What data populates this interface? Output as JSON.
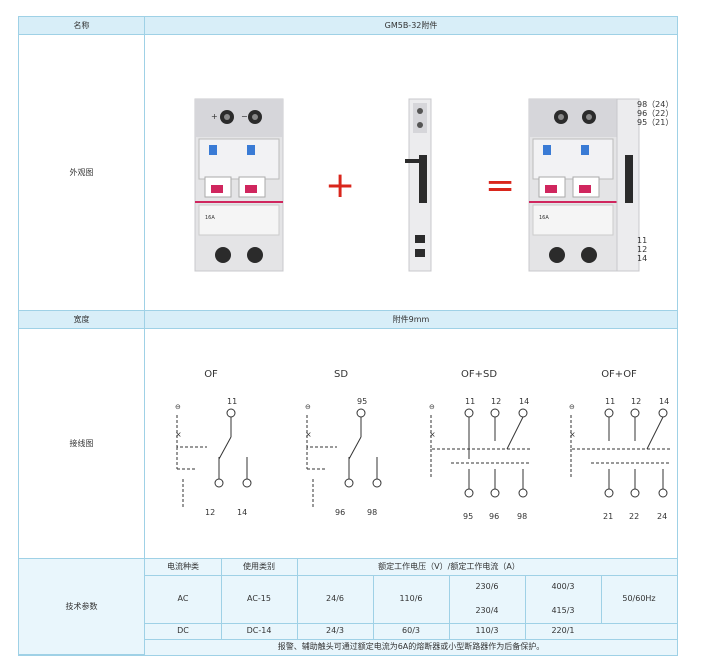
{
  "header": {
    "name_label": "名称",
    "name_value": "GM5B-32附件"
  },
  "appearance": {
    "label": "外观图",
    "plus_symbol": "+",
    "equals_symbol": "=",
    "breaker_rating": "16A",
    "terminals_top": [
      "98（24）",
      "96（22）",
      "95（21）"
    ],
    "terminals_bottom": [
      "11",
      "12",
      "14"
    ]
  },
  "width_row": {
    "label": "宽度",
    "value": "附件9mm"
  },
  "wiring": {
    "label": "接线图",
    "diagrams": [
      {
        "title": "OF",
        "top_terms": [
          "11"
        ],
        "bottom_terms": [
          "12",
          "14"
        ]
      },
      {
        "title": "SD",
        "top_terms": [
          "95"
        ],
        "bottom_terms": [
          "96",
          "98"
        ]
      },
      {
        "title": "OF+SD",
        "top_terms": [
          "11",
          "12",
          "14"
        ],
        "bottom_terms": [
          "95",
          "96",
          "98"
        ]
      },
      {
        "title": "OF+OF",
        "top_terms": [
          "11",
          "12",
          "14"
        ],
        "bottom_terms": [
          "21",
          "22",
          "24"
        ]
      }
    ]
  },
  "specs": {
    "label": "技术参数",
    "col_current_type": "电流种类",
    "col_usage": "使用类别",
    "col_rated": "额定工作电压（V）/额定工作电流（A）",
    "ac": {
      "type": "AC",
      "usage": "AC-15",
      "v1": "24/6",
      "v2": "110/6",
      "v3a": "230/6",
      "v3b": "230/4",
      "v4a": "400/3",
      "v4b": "415/3",
      "freq": "50/60Hz"
    },
    "dc": {
      "type": "DC",
      "usage": "DC-14",
      "v1": "24/3",
      "v2": "60/3",
      "v3": "110/3",
      "v4": "220/1"
    },
    "note": "报警、辅助触头可通过额定电流为6A的熔断器或小型断路器作为后备保护。"
  },
  "colors": {
    "border": "#9fd1e6",
    "header_bg": "#d8eef8",
    "plus_red": "#d9261c",
    "breaker_pink": "#d0265e"
  }
}
